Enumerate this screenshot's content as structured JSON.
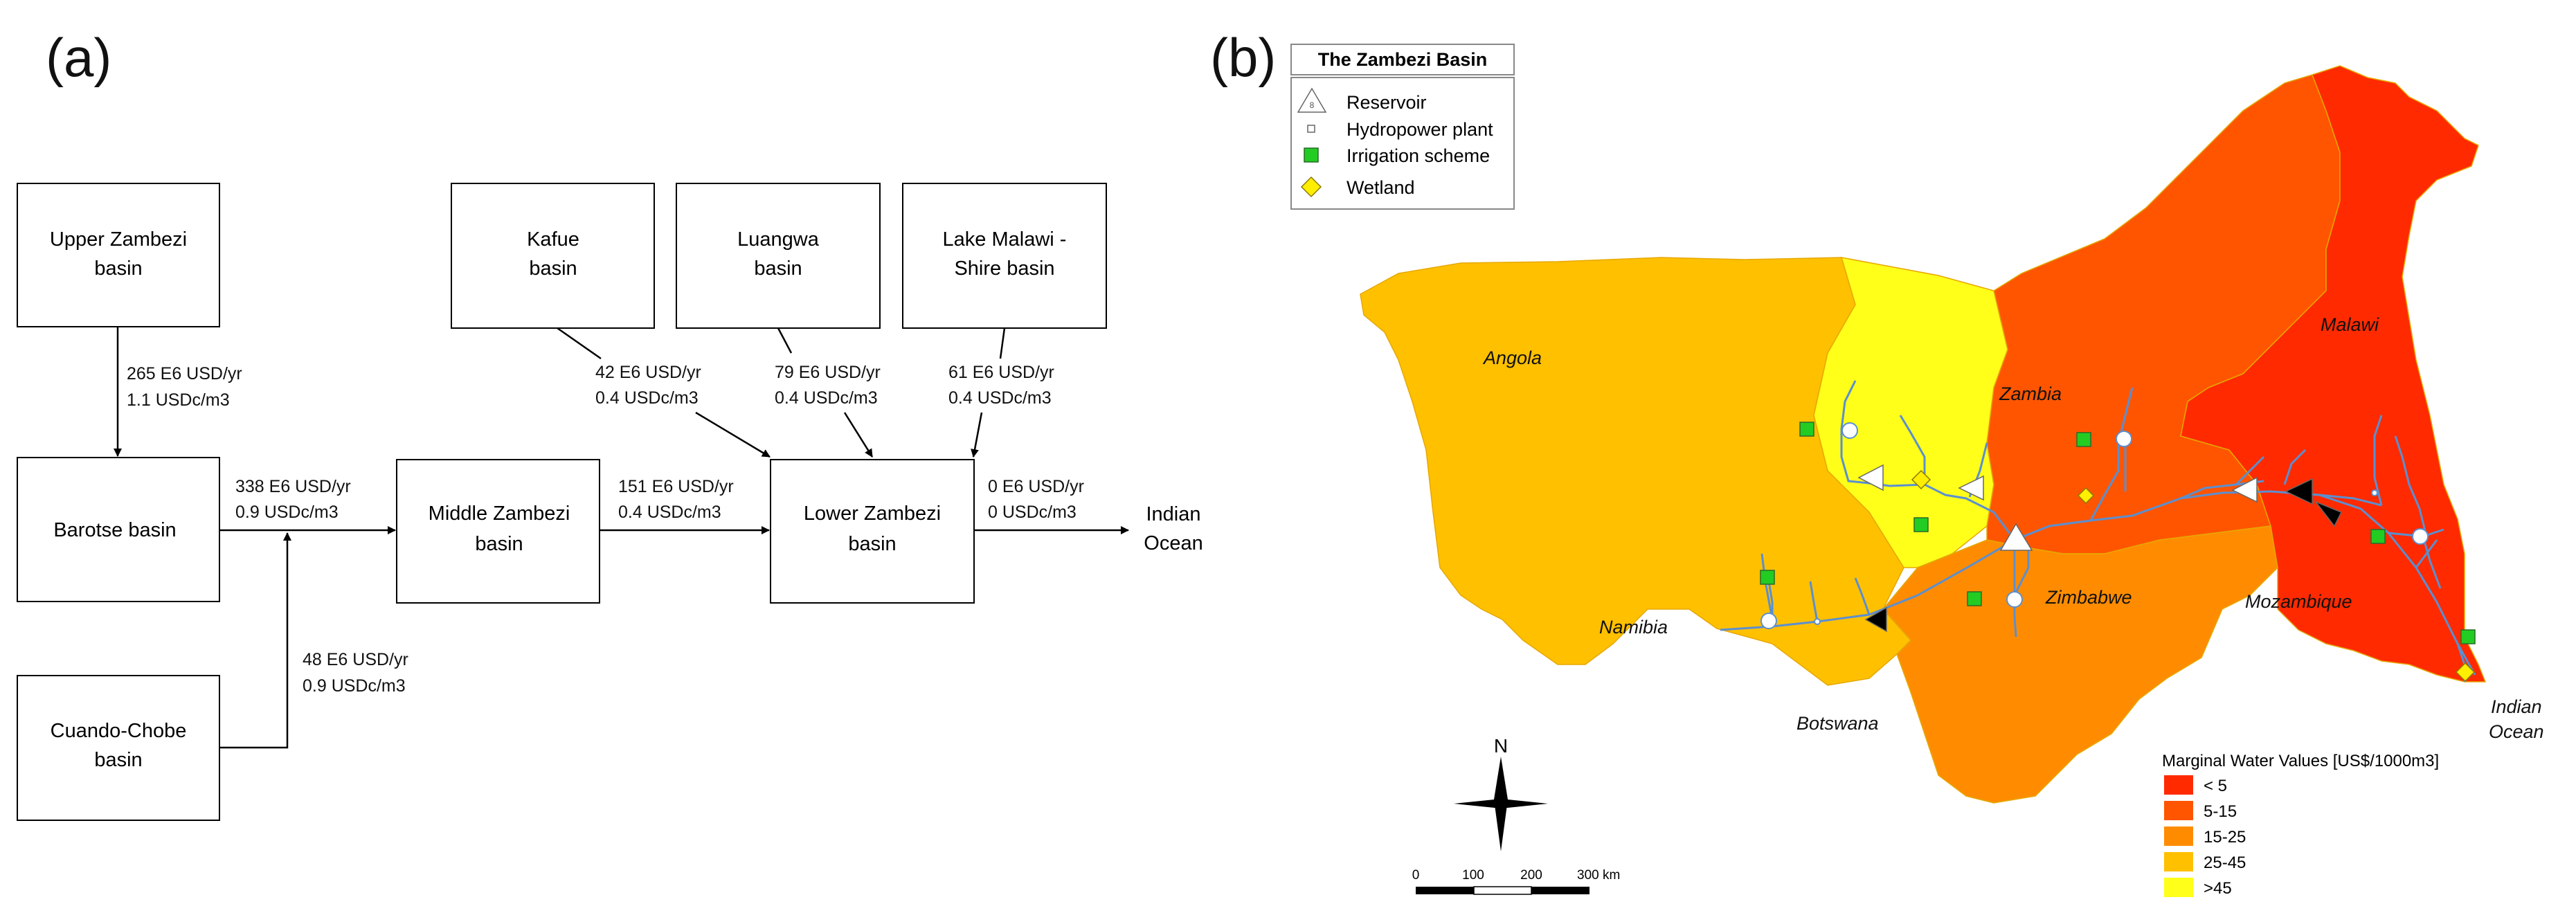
{
  "panel_a": {
    "label": "(a)",
    "boxes": {
      "upper": [
        "Upper Zambezi",
        "basin"
      ],
      "barotse": [
        "Barotse basin"
      ],
      "cuando": [
        "Cuando-Chobe",
        "basin"
      ],
      "middle": [
        "Middle Zambezi",
        "basin"
      ],
      "kafue": [
        "Kafue",
        "basin"
      ],
      "luangwa": [
        "Luangwa",
        "basin"
      ],
      "malawi": [
        "Lake Malawi -",
        "Shire basin"
      ],
      "lower": [
        "Lower Zambezi",
        "basin"
      ],
      "ocean": [
        "Indian",
        "Ocean"
      ]
    },
    "flows": {
      "upper_barotse": [
        "265 E6 USD/yr",
        "1.1 USDc/m3"
      ],
      "barotse_middle": [
        "338 E6 USD/yr",
        "0.9 USDc/m3"
      ],
      "cuando": [
        "48 E6 USD/yr",
        "0.9 USDc/m3"
      ],
      "middle_lower": [
        "151 E6 USD/yr",
        "0.4 USDc/m3"
      ],
      "kafue": [
        "42 E6 USD/yr",
        "0.4 USDc/m3"
      ],
      "luangwa": [
        "79 E6 USD/yr",
        "0.4 USDc/m3"
      ],
      "malawi": [
        "61 E6 USD/yr",
        "0.4 USDc/m3"
      ],
      "lower_ocean": [
        "0 E6 USD/yr",
        "0 USDc/m3"
      ]
    }
  },
  "panel_b": {
    "label": "(b)",
    "legend_title": "The Zambezi Basin",
    "legend": {
      "reservoir": "Reservoir",
      "hydropower": "Hydropower plant",
      "irrigation": "Irrigation scheme",
      "wetland": "Wetland"
    },
    "countries": {
      "angola": "Angola",
      "zambia": "Zambia",
      "malawi": "Malawi",
      "namibia": "Namibia",
      "zimbabwe": "Zimbabwe",
      "mozambique": "Mozambique",
      "botswana": "Botswana",
      "ocean1": "Indian",
      "ocean2": "Ocean"
    },
    "north": "N",
    "scale": {
      "t0": "0",
      "t100": "100",
      "t200": "200",
      "t300": "300 km"
    },
    "value_legend": {
      "title": "Marginal Water Values [US$/1000m3]",
      "classes": [
        {
          "label": "< 5",
          "color": "#ff2a00"
        },
        {
          "label": "5-15",
          "color": "#ff5500"
        },
        {
          "label": "15-25",
          "color": "#ff8c00"
        },
        {
          "label": "25-45",
          "color": "#ffc000"
        },
        {
          "label": ">45",
          "color": "#ffff1a"
        }
      ]
    },
    "colors": {
      "river": "#5b8fd0",
      "irrigation": "#22cc22",
      "wetland": "#ffee00"
    }
  }
}
